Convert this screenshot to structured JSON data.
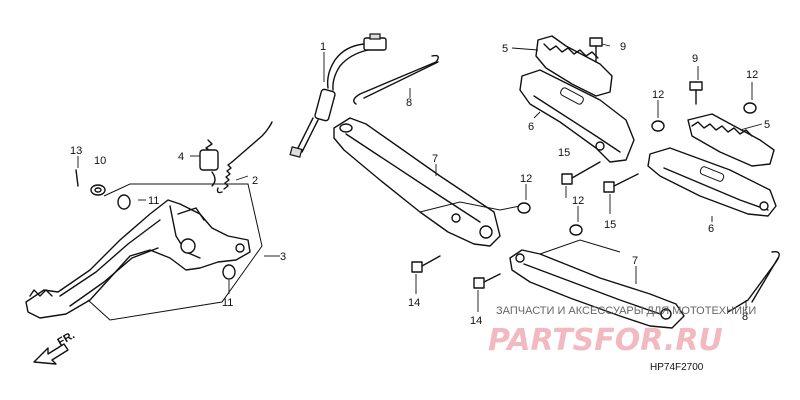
{
  "diagram": {
    "code": "HP74F2700",
    "front_label": "FR.",
    "watermark": {
      "line1": "ЗАПЧАСТИ И АКСЕССУАРЫ ДЛЯ МОТОТЕХНИКИ",
      "line2": "PARTSFOR.RU"
    },
    "callouts": [
      "1",
      "2",
      "3",
      "4",
      "5",
      "5",
      "6",
      "6",
      "7",
      "7",
      "8",
      "8",
      "9",
      "9",
      "10",
      "11",
      "11",
      "12",
      "12",
      "12",
      "12",
      "13",
      "14",
      "14",
      "15",
      "15"
    ]
  }
}
